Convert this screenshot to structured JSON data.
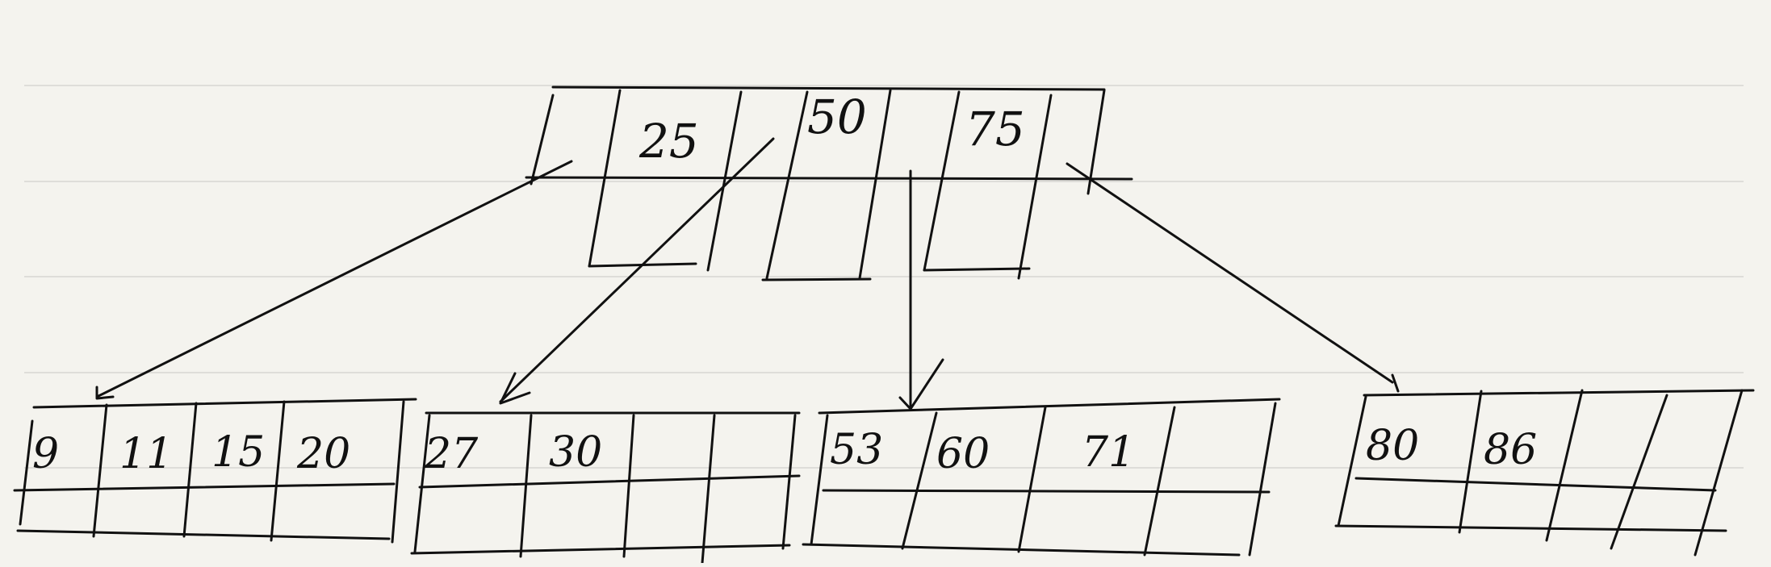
{
  "background_color": "#f4f3ee",
  "rule_line_color": "#d6d6d2",
  "ink_color": "#111111",
  "root": {
    "keys": [
      "25",
      "50",
      "75"
    ]
  },
  "leaves": [
    {
      "keys": [
        "9",
        "11",
        "15",
        "20"
      ]
    },
    {
      "keys": [
        "27",
        "30",
        "",
        ""
      ]
    },
    {
      "keys": [
        "53",
        "60",
        "71",
        ""
      ]
    },
    {
      "keys": [
        "80",
        "86",
        "",
        ""
      ]
    }
  ]
}
